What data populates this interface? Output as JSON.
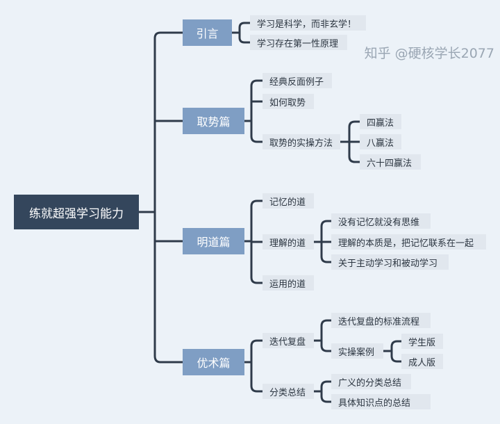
{
  "root": "练就超强学习能力",
  "branches": [
    {
      "label": "引言",
      "children": [
        "学习是科学，而非玄学！",
        "学习存在第一性原理"
      ]
    },
    {
      "label": "取势篇",
      "children": [
        "经典反面例子",
        "如何取势",
        "取势的实操方法"
      ],
      "sub": [
        "四赢法",
        "八赢法",
        "六十四赢法"
      ]
    },
    {
      "label": "明道篇",
      "children": [
        "记忆的道",
        "理解的道",
        "运用的道"
      ],
      "sub": [
        "没有记忆就没有思维",
        "理解的本质是，把记忆联系在一起",
        "关于主动学习和被动学习"
      ]
    },
    {
      "label": "优术篇",
      "children": [
        "迭代复盘",
        "分类总结"
      ],
      "sub_iter": [
        "迭代复盘的标准流程",
        "实操案例"
      ],
      "sub_case": [
        "学生版",
        "成人版"
      ],
      "sub_cat": [
        "广义的分类总结",
        "具体知识点的总结"
      ]
    }
  ],
  "watermark": "知乎 @硬核学长2077"
}
